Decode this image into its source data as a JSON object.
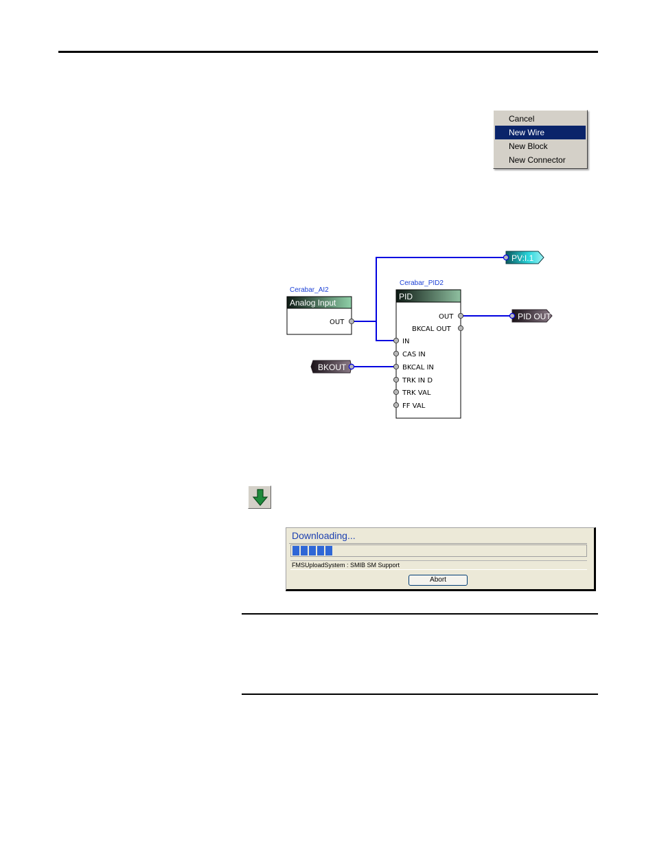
{
  "context_menu": {
    "items": [
      {
        "label": "Cancel",
        "selected": false
      },
      {
        "label": "New Wire",
        "selected": true
      },
      {
        "label": "New Block",
        "selected": false
      },
      {
        "label": "New Connector",
        "selected": false
      }
    ]
  },
  "diagram": {
    "ai_block": {
      "name": "Cerabar_AI2",
      "title": "Analog Input",
      "ports": [
        "OUT"
      ]
    },
    "pid_block": {
      "name": "Cerabar_PID2",
      "title": "PID",
      "inputs": [
        "IN",
        "CAS IN",
        "BKCAL IN",
        "TRK IN D",
        "TRK VAL",
        "FF VAL"
      ],
      "outputs": [
        "OUT",
        "BKCAL OUT"
      ]
    },
    "connectors": {
      "pv": "PV:I.1",
      "pid_out": "PID OUT",
      "bkout": "BKOUT"
    },
    "colors": {
      "wire": "#0000e0",
      "pv_tag": "#19c8cc",
      "out_tag": "#6b5a66"
    }
  },
  "download_button": {
    "icon": "down-arrow-icon"
  },
  "download_dialog": {
    "title": "Downloading...",
    "progress_segments": 5,
    "status": "FMSUploadSystem : SMIB SM Support",
    "abort_label": "Abort"
  }
}
